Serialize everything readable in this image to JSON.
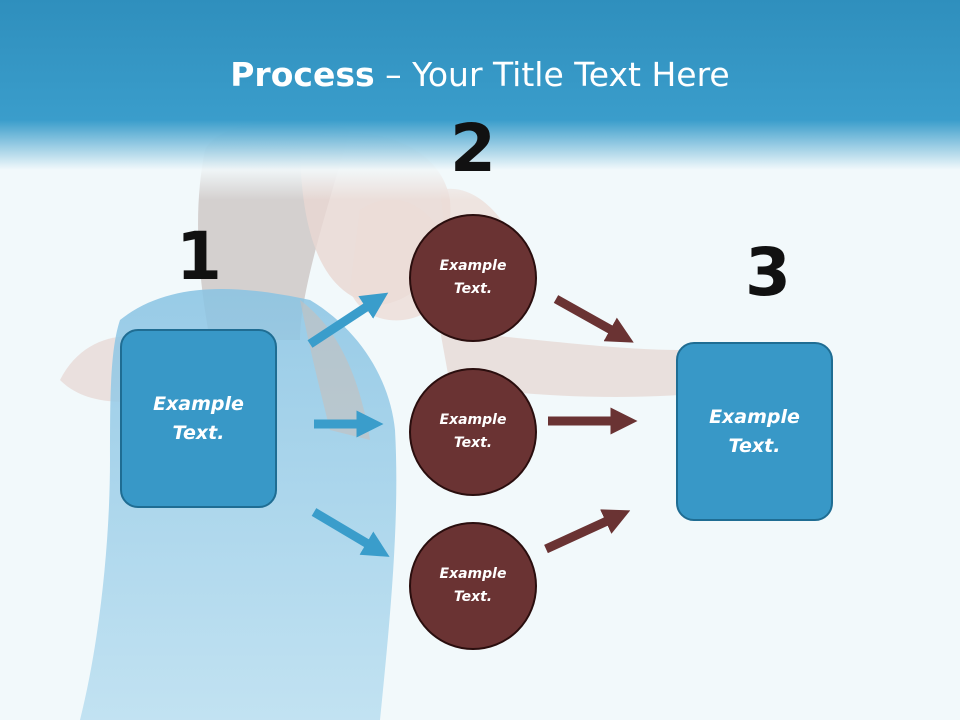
{
  "title": {
    "bold": "Process",
    "rest": " – Your Title Text Here"
  },
  "steps": [
    {
      "number": "1",
      "text": [
        "Example",
        "Text."
      ]
    },
    {
      "number": "2",
      "items": [
        {
          "text": [
            "Example",
            "Text."
          ]
        },
        {
          "text": [
            "Example",
            "Text."
          ]
        },
        {
          "text": [
            "Example",
            "Text."
          ]
        }
      ]
    },
    {
      "number": "3",
      "text": [
        "Example",
        "Text."
      ]
    }
  ],
  "colors": {
    "title_bar": "#3a9dcb",
    "box_fill": "#3898c7",
    "circle_fill": "#6a3333",
    "arrow_blue": "#3a9dcb",
    "arrow_brown": "#6a3333"
  }
}
